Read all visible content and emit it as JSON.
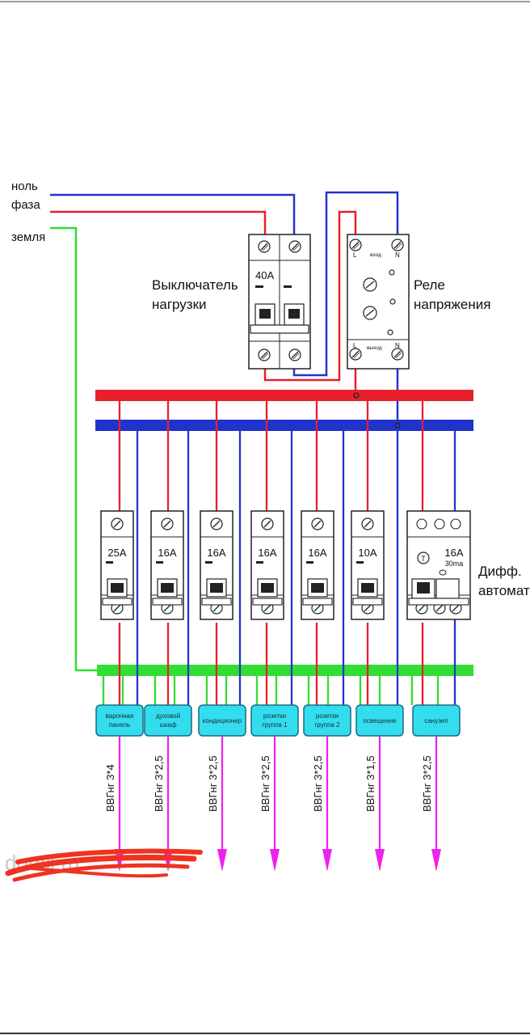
{
  "supply_labels": {
    "neutral": "ноль",
    "phase": "фаза",
    "earth": "земля"
  },
  "load_switch": {
    "label_line1": "Выключатель",
    "label_line2": "нагрузки",
    "rating": "40A"
  },
  "voltage_relay": {
    "label_line1": "Реле",
    "label_line2": "напряжения",
    "terminal_L": "L",
    "terminal_N": "N",
    "input_text": "вход",
    "output_text": "выход"
  },
  "rcbo": {
    "label_line1": "Дифф.",
    "label_line2": "автомат",
    "rating": "16A",
    "leakage": "30ma",
    "symbol": "T"
  },
  "circuits": [
    {
      "rating": "25A",
      "load_lines": [
        "варочная",
        "панель"
      ],
      "cable": "ВВГнг 3*4"
    },
    {
      "rating": "16A",
      "load_lines": [
        "духовой",
        "шкаф"
      ],
      "cable": "ВВГнг 3*2,5"
    },
    {
      "rating": "16A",
      "load_lines": [
        "кондиционер"
      ],
      "cable": "ВВГнг 3*2,5"
    },
    {
      "rating": "16A",
      "load_lines": [
        "розетки",
        "группа 1"
      ],
      "cable": "ВВГнг 3*2,5"
    },
    {
      "rating": "16A",
      "load_lines": [
        "розетки",
        "группа 2"
      ],
      "cable": "ВВГнг 3*2,5"
    },
    {
      "rating": "10A",
      "load_lines": [
        "освещение"
      ],
      "cable": "ВВГнг 3*1,5"
    },
    {
      "rating": "",
      "load_lines": [
        "санузел"
      ],
      "cable": "ВВГнг 3*2,5"
    }
  ],
  "watermark": "domil.ru",
  "colors": {
    "phase": "#e8202a",
    "neutral": "#2233cc",
    "earth": "#33dd33",
    "arrow": "#ee22ee",
    "load_box": "#33ddee",
    "redaction": "#ee3322"
  }
}
